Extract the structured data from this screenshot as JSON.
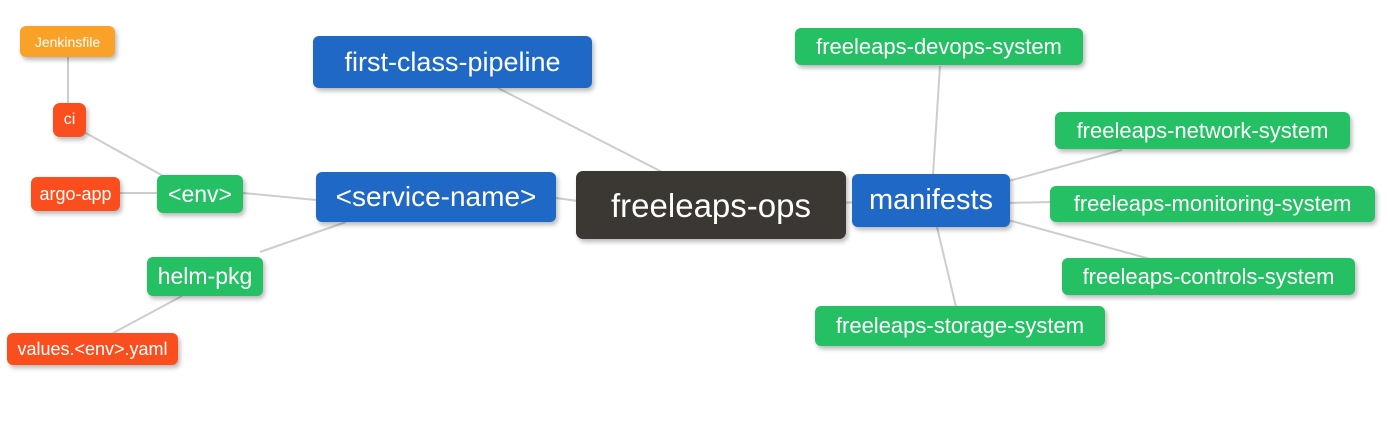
{
  "diagram": {
    "type": "mindmap",
    "root_label": "freeleaps-ops",
    "nodes": [
      {
        "id": "jenkinsfile",
        "label": "Jenkinsfile",
        "color": "orange"
      },
      {
        "id": "ci",
        "label": "ci",
        "color": "red"
      },
      {
        "id": "argo-app",
        "label": "argo-app",
        "color": "red"
      },
      {
        "id": "env",
        "label": "<env>",
        "color": "green"
      },
      {
        "id": "helm-pkg",
        "label": "helm-pkg",
        "color": "green"
      },
      {
        "id": "values-env-yaml",
        "label": "values.<env>.yaml",
        "color": "red"
      },
      {
        "id": "first-class-pipeline",
        "label": "first-class-pipeline",
        "color": "blue"
      },
      {
        "id": "service-name",
        "label": "<service-name>",
        "color": "blue"
      },
      {
        "id": "freeleaps-ops",
        "label": "freeleaps-ops",
        "color": "dark"
      },
      {
        "id": "manifests",
        "label": "manifests",
        "color": "blue"
      },
      {
        "id": "freeleaps-devops-system",
        "label": "freeleaps-devops-system",
        "color": "green"
      },
      {
        "id": "freeleaps-network-system",
        "label": "freeleaps-network-system",
        "color": "green"
      },
      {
        "id": "freeleaps-monitoring-system",
        "label": "freeleaps-monitoring-system",
        "color": "green"
      },
      {
        "id": "freeleaps-controls-system",
        "label": "freeleaps-controls-system",
        "color": "green"
      },
      {
        "id": "freeleaps-storage-system",
        "label": "freeleaps-storage-system",
        "color": "green"
      }
    ],
    "edges": [
      [
        "jenkinsfile",
        "ci"
      ],
      [
        "ci",
        "env"
      ],
      [
        "argo-app",
        "env"
      ],
      [
        "env",
        "service-name"
      ],
      [
        "helm-pkg",
        "service-name"
      ],
      [
        "values-env-yaml",
        "helm-pkg"
      ],
      [
        "first-class-pipeline",
        "freeleaps-ops"
      ],
      [
        "service-name",
        "freeleaps-ops"
      ],
      [
        "freeleaps-ops",
        "manifests"
      ],
      [
        "manifests",
        "freeleaps-devops-system"
      ],
      [
        "manifests",
        "freeleaps-network-system"
      ],
      [
        "manifests",
        "freeleaps-monitoring-system"
      ],
      [
        "manifests",
        "freeleaps-controls-system"
      ],
      [
        "manifests",
        "freeleaps-storage-system"
      ]
    ],
    "palette": {
      "orange": "#F9A227",
      "red": "#FB4E1E",
      "green": "#24C063",
      "blue": "#1F68C5",
      "dark": "#3B3733",
      "edge_line": "#CDCDCD",
      "background": "#FFFFFF",
      "text": "#FFFFFF"
    }
  }
}
